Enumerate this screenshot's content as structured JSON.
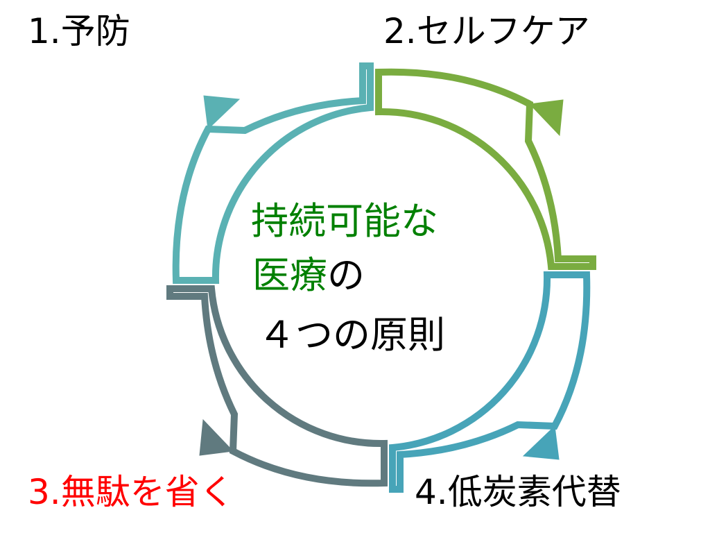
{
  "labels": {
    "step1": "1.予防",
    "step2": "2.セルフケア",
    "step3": "3.無駄を省く",
    "step4": "4.低炭素代替"
  },
  "center": {
    "line1": "持続可能な",
    "line2_green": "医療",
    "line2_black": "の",
    "line3": "４つの原則"
  },
  "colors": {
    "green": "#7aac40",
    "blue": "#47a4b8",
    "gray": "#607a7f",
    "teal": "#5ab1b3",
    "center_green": "#008000",
    "red": "#ff0000"
  }
}
